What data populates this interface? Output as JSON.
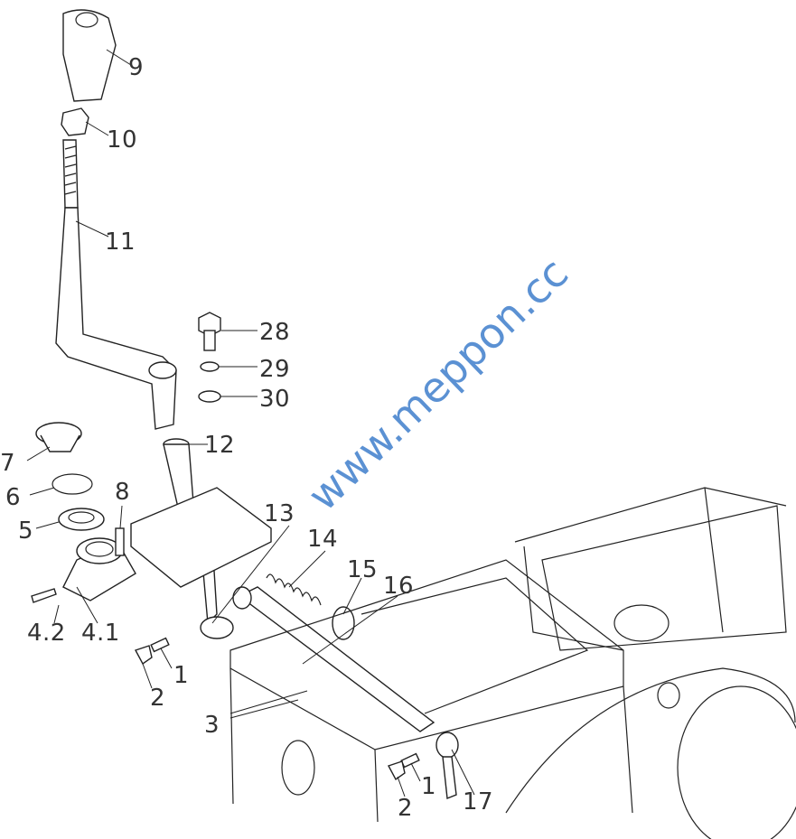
{
  "diagram": {
    "labels": {
      "p9": "9",
      "p10": "10",
      "p11": "11",
      "p28": "28",
      "p29": "29",
      "p30": "30",
      "p12": "12",
      "p7": "7",
      "p6": "6",
      "p8": "8",
      "p5": "5",
      "p13": "13",
      "p14": "14",
      "p15": "15",
      "p16": "16",
      "p42": "4.2",
      "p41": "4.1",
      "p1a": "1",
      "p2a": "2",
      "p3": "3",
      "p1b": "1",
      "p2b": "2",
      "p17": "17"
    },
    "watermark": "www.meppon.cc",
    "colors": {
      "watermark": "#4a86cf",
      "lines": "#222222"
    }
  }
}
